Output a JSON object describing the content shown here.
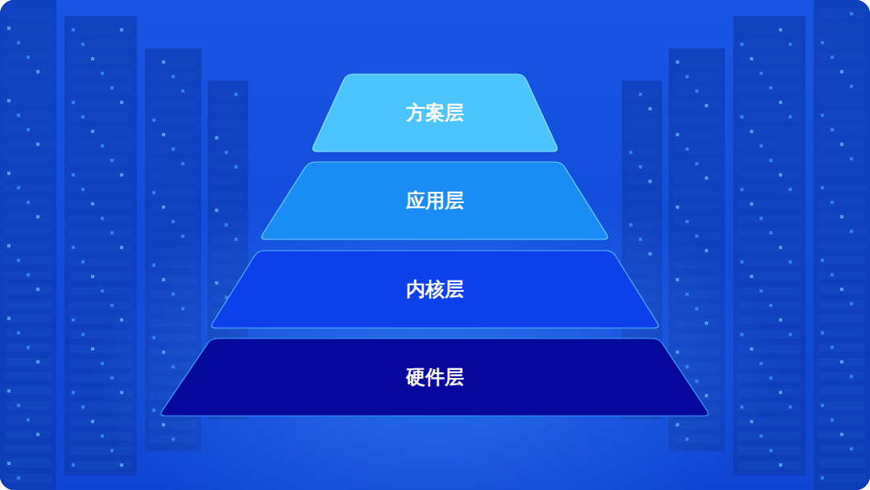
{
  "diagram": {
    "nodes": [
      {
        "text": [
          "方案层"
        ]
      },
      {
        "text": [
          "应用层"
        ]
      },
      {
        "text": [
          "内核层"
        ]
      },
      {
        "text": [
          "硬件层"
        ]
      }
    ]
  }
}
